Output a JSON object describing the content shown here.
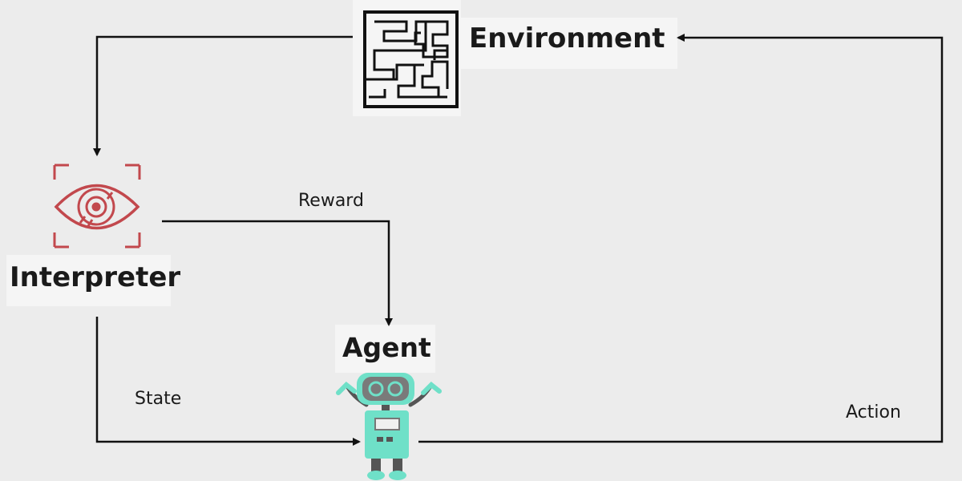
{
  "diagram": {
    "nodes": {
      "environment": {
        "label": "Environment",
        "icon": "maze-icon"
      },
      "interpreter": {
        "label": "Interpreter",
        "icon": "eye-icon"
      },
      "agent": {
        "label": "Agent",
        "icon": "robot-icon"
      }
    },
    "edges": [
      {
        "from": "environment",
        "to": "interpreter",
        "label": ""
      },
      {
        "from": "interpreter",
        "to": "agent",
        "label": "Reward"
      },
      {
        "from": "interpreter",
        "to": "agent",
        "label": "State"
      },
      {
        "from": "agent",
        "to": "environment",
        "label": "Action"
      }
    ]
  },
  "colors": {
    "line": "#111111",
    "eye": "#c2484d",
    "robot_body": "#6fe0c8",
    "robot_head": "#7a7a7a",
    "robot_dark": "#555555"
  }
}
